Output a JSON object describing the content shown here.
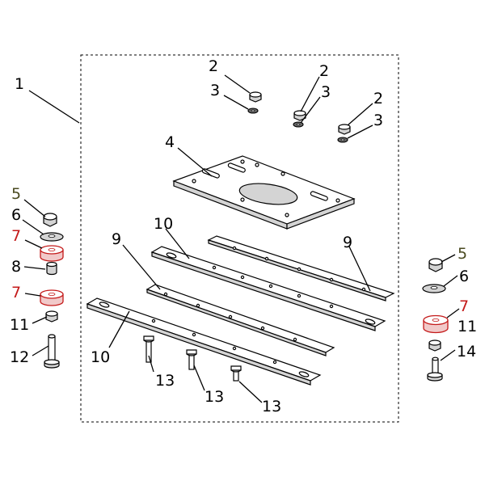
{
  "colors": {
    "ink": "#000000",
    "highlight": "#c41a1a",
    "olive": "#4a4a20"
  },
  "labels": {
    "l1": "1",
    "l2a": "2",
    "l2b": "2",
    "l2c": "2",
    "l3a": "3",
    "l3b": "3",
    "l3c": "3",
    "l4": "4",
    "l5a": "5",
    "l5b": "5",
    "l6a": "6",
    "l6b": "6",
    "l7a": "7",
    "l7b": "7",
    "l7c": "7",
    "l8": "8",
    "l9a": "9",
    "l9b": "9",
    "l10a": "10",
    "l10b": "10",
    "l11a": "11",
    "l11b": "11",
    "l12": "12",
    "l13a": "13",
    "l13b": "13",
    "l13c": "13",
    "l14": "14"
  }
}
